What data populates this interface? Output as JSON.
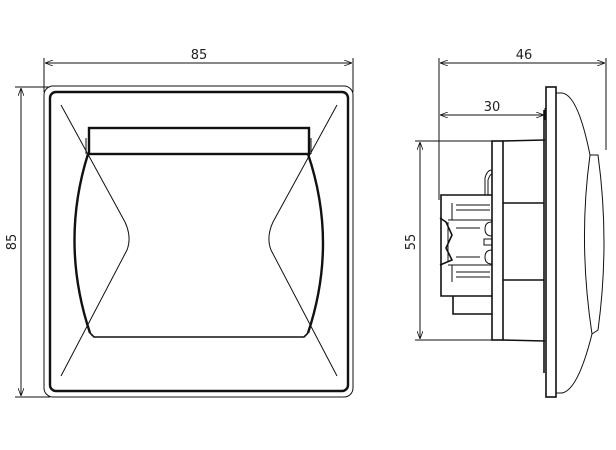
{
  "front_view": {
    "width_label": "85",
    "height_label": "85"
  },
  "side_view": {
    "depth_total_label": "46",
    "depth_body_label": "30",
    "body_height_label": "55"
  },
  "colors": {
    "line": "#111111",
    "background": "#ffffff"
  }
}
